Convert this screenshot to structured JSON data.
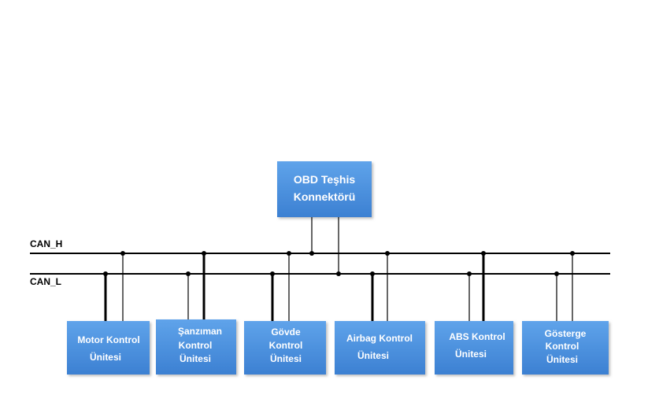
{
  "diagram": {
    "connector": {
      "lines": [
        "OBD Teşhis",
        "Konnektörü"
      ]
    },
    "bus": {
      "high_label": "CAN_H",
      "low_label": "CAN_L"
    },
    "units": [
      {
        "id": "motor",
        "lines": [
          "Motor Kontrol",
          "Ünitesi"
        ]
      },
      {
        "id": "sanziman",
        "lines": [
          "Şanzıman",
          "Kontrol",
          "Ünitesi"
        ]
      },
      {
        "id": "govde",
        "lines": [
          "Gövde",
          "Kontrol",
          "Ünitesi"
        ]
      },
      {
        "id": "airbag",
        "lines": [
          "Airbag Kontrol",
          "Ünitesi"
        ]
      },
      {
        "id": "abs",
        "lines": [
          "ABS Kontrol",
          "Ünitesi"
        ]
      },
      {
        "id": "gosterge",
        "lines": [
          "Gösterge",
          "Kontrol",
          "Ünitesi"
        ]
      }
    ],
    "colors": {
      "box_top": "#5b9ee6",
      "box_bottom": "#3b7fd0",
      "line": "#000000",
      "text": "#ffffff"
    }
  }
}
